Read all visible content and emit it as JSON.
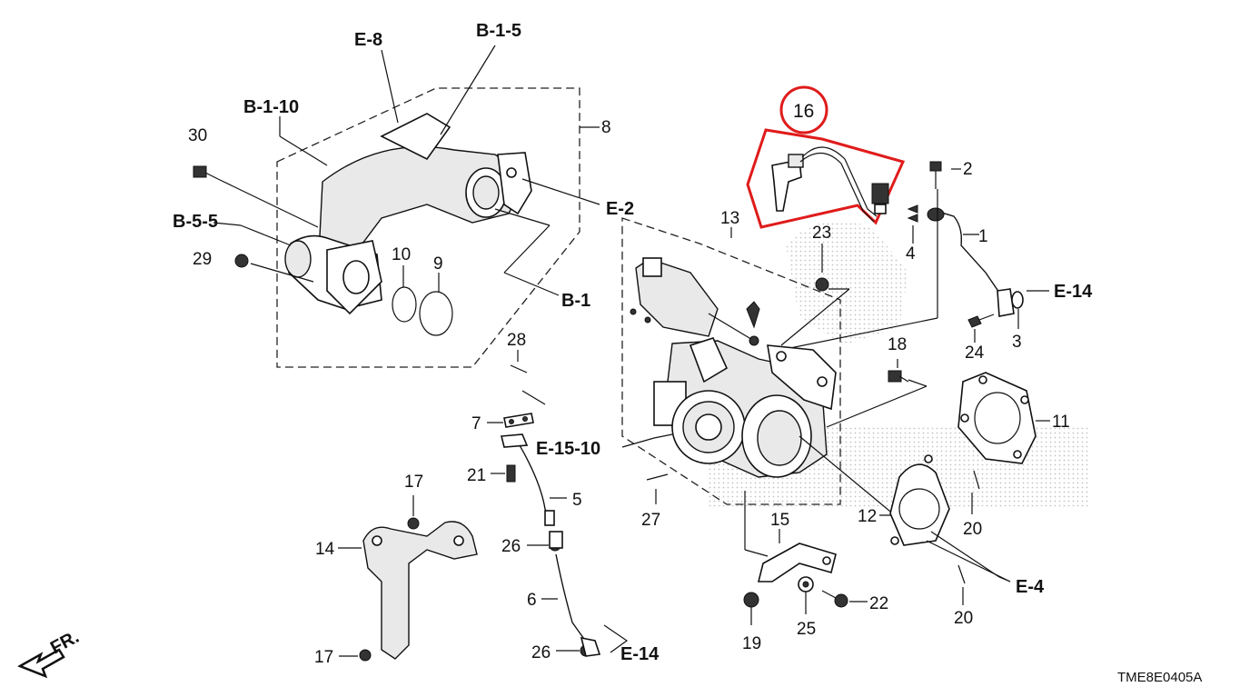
{
  "diagram": {
    "part_labels": [
      {
        "id": "1",
        "text": "1"
      },
      {
        "id": "2",
        "text": "2"
      },
      {
        "id": "3",
        "text": "3"
      },
      {
        "id": "4",
        "text": "4"
      },
      {
        "id": "5",
        "text": "5"
      },
      {
        "id": "6",
        "text": "6"
      },
      {
        "id": "7",
        "text": "7"
      },
      {
        "id": "8",
        "text": "8"
      },
      {
        "id": "9",
        "text": "9"
      },
      {
        "id": "10",
        "text": "10"
      },
      {
        "id": "11",
        "text": "11"
      },
      {
        "id": "12",
        "text": "12"
      },
      {
        "id": "13",
        "text": "13"
      },
      {
        "id": "14",
        "text": "14"
      },
      {
        "id": "15",
        "text": "15"
      },
      {
        "id": "17a",
        "text": "17"
      },
      {
        "id": "17b",
        "text": "17"
      },
      {
        "id": "18",
        "text": "18"
      },
      {
        "id": "19",
        "text": "19"
      },
      {
        "id": "20a",
        "text": "20"
      },
      {
        "id": "20b",
        "text": "20"
      },
      {
        "id": "21",
        "text": "21"
      },
      {
        "id": "22",
        "text": "22"
      },
      {
        "id": "23",
        "text": "23"
      },
      {
        "id": "24",
        "text": "24"
      },
      {
        "id": "25",
        "text": "25"
      },
      {
        "id": "26a",
        "text": "26"
      },
      {
        "id": "26b",
        "text": "26"
      },
      {
        "id": "27",
        "text": "27"
      },
      {
        "id": "28",
        "text": "28"
      },
      {
        "id": "29",
        "text": "29"
      },
      {
        "id": "30",
        "text": "30"
      }
    ],
    "ref_labels": [
      {
        "id": "E-8",
        "text": "E-8"
      },
      {
        "id": "B-1-5",
        "text": "B-1-5"
      },
      {
        "id": "B-1-10",
        "text": "B-1-10"
      },
      {
        "id": "E-2",
        "text": "E-2"
      },
      {
        "id": "B-5-5",
        "text": "B-5-5"
      },
      {
        "id": "B-1",
        "text": "B-1"
      },
      {
        "id": "E-14a",
        "text": "E-14"
      },
      {
        "id": "E-14b",
        "text": "E-14"
      },
      {
        "id": "E-15-10",
        "text": "E-15-10"
      },
      {
        "id": "E-4",
        "text": "E-4"
      }
    ],
    "highlighted_part": "16",
    "highlight_color": "#e01b1b",
    "front_indicator": "FR.",
    "diagram_code": "TME8E0405A"
  }
}
